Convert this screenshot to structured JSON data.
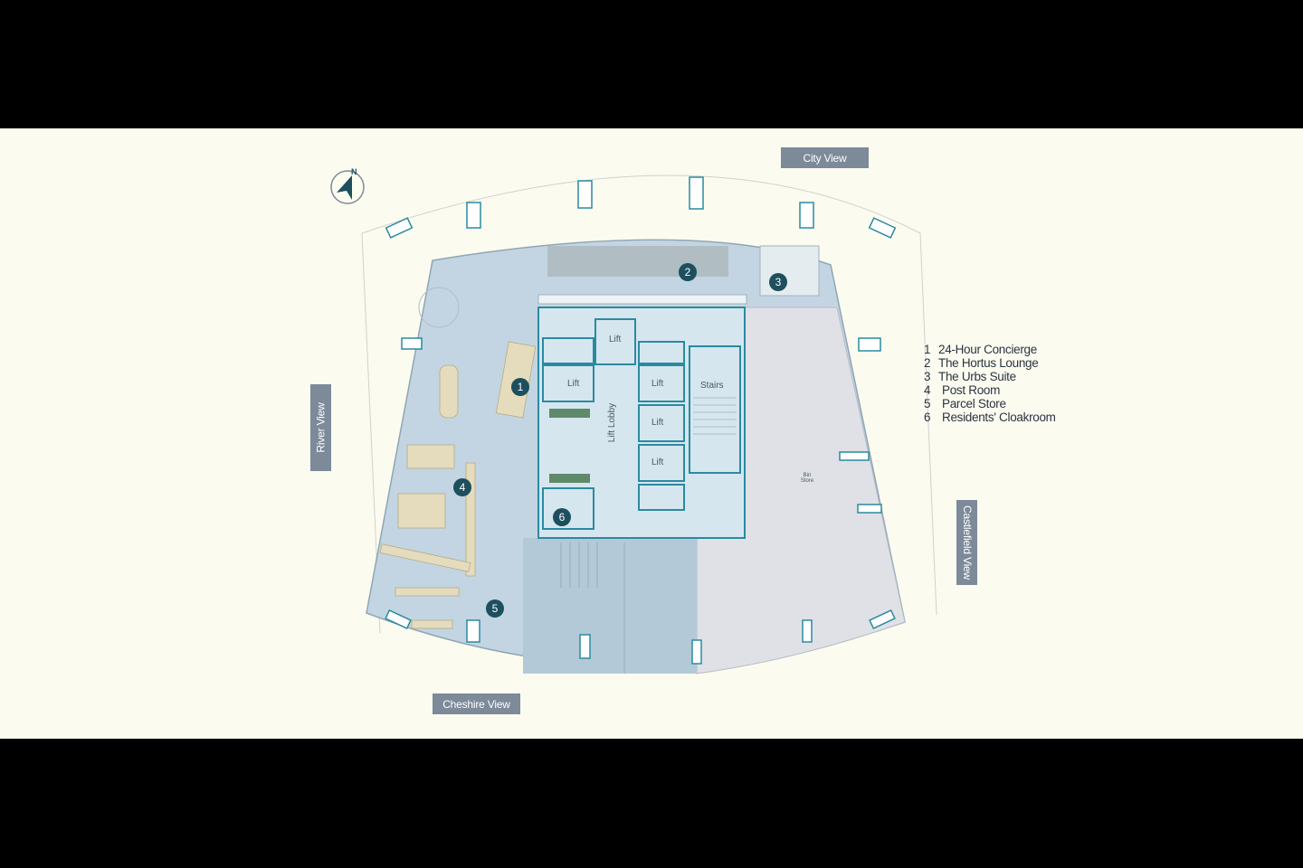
{
  "views": {
    "north": "City View",
    "west": "River View",
    "east": "Castlefield View",
    "south": "Cheshire View"
  },
  "compass": {
    "label": "N"
  },
  "legend": [
    {
      "num": "1",
      "label": "24-Hour Concierge"
    },
    {
      "num": "2",
      "label": "The Hortus Lounge"
    },
    {
      "num": "3",
      "label": "The Urbs Suite"
    },
    {
      "num": "4",
      "label": "Post Room"
    },
    {
      "num": "5",
      "label": "Parcel Store"
    },
    {
      "num": "6",
      "label": "Residents' Cloakroom"
    }
  ],
  "rooms": {
    "lift": "Lift",
    "stairs": "Stairs",
    "lift_lobby": "Lift Lobby",
    "bin_store": "Bin Store"
  },
  "colors": {
    "floor": "#c3d5e2",
    "core": "#d6e6ef",
    "service": "#dfe1e6",
    "wall": "#2a8aa0",
    "marker": "#1d4f5e",
    "tag": "#7c8a99",
    "background": "#fcfbf0"
  }
}
